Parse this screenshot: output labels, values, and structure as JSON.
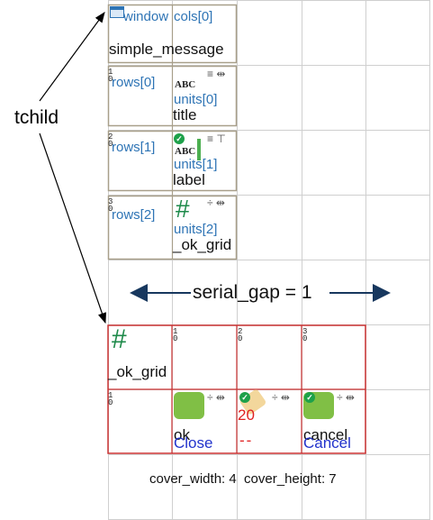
{
  "diagram": {
    "outer_label": "tchild",
    "window_cell": {
      "window": "window",
      "cols": "cols[0]",
      "name": "simple_message"
    },
    "row_cells": [
      {
        "index": "1\n0",
        "rows": "rows[0]",
        "units": "units[0]",
        "abc": "ABC",
        "name": "title",
        "checked": false
      },
      {
        "index": "2\n0",
        "rows": "rows[1]",
        "units": "units[1]",
        "abc": "ABC",
        "name": "label",
        "checked": true
      },
      {
        "index": "3\n0",
        "rows": "rows[2]",
        "units": "units[2]",
        "abc": "",
        "name": "_ok_grid",
        "checked": false
      }
    ],
    "gap_label": "serial_gap = 1",
    "grid_cell_name": "_ok_grid",
    "grid_header_indices": [
      "1\n0",
      "2\n0",
      "3\n0"
    ],
    "grid_row_index": "1\n0",
    "buttons": [
      {
        "text": "ok",
        "caption": "Close"
      },
      {
        "text": "20",
        "caption": "--"
      },
      {
        "text": "cancel",
        "caption": "Cancel"
      }
    ],
    "cover_text": "cover_width: 4  cover_height: 7"
  },
  "colors": {
    "grid_line": "#cfcfcf",
    "cell_border": "#a89f8a",
    "red_border": "#cc3333",
    "label_blue": "#2e74b5",
    "arrow_navy": "#17375e",
    "green": "#80bf45",
    "caption_blue": "#2233cc",
    "red_text": "#e02020"
  },
  "icons": [
    "window-icon",
    "hash-grid-icon",
    "check-icon",
    "align-icon",
    "spinner-icon"
  ]
}
